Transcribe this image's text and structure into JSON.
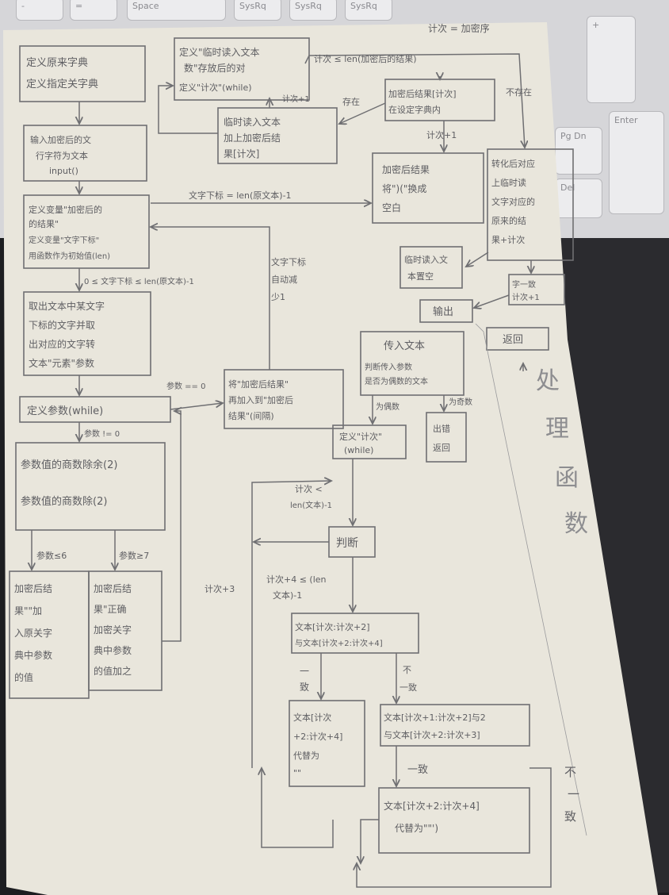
{
  "keyboard": {
    "keys": [
      "-",
      "=",
      "Space",
      "SysRq",
      "+",
      "Enter",
      "Pg Dn",
      "Del"
    ]
  },
  "diagram": {
    "corner_note": "计次 = 加密序",
    "side_note": [
      "处",
      "理",
      "函",
      "数"
    ],
    "boxes": {
      "dict": [
        "定义原来字典",
        "定义指定关字典"
      ],
      "input": [
        "输入加密后的文",
        "行字符为文本",
        "input()"
      ],
      "result_def": [
        "定义变量\"加密后的",
        "的结果\"",
        "定义变量\"文字下标\"",
        "用函数作为初始值(len)"
      ],
      "take_char": [
        "取出文本中某文字",
        "下标的文字并取",
        "出对应的文字转",
        "文本\"元素\"参数"
      ],
      "define_param": "定义参数(while)",
      "split_digits": [
        "参数值的商数除余(2)",
        "参数值的商数除(2)"
      ],
      "left_bottom": [
        "加密后结",
        "果\"\"加",
        "入原关字",
        "典中参数",
        "的值"
      ],
      "right_bottom": [
        "加密后结",
        "果\"正确",
        "加密关字",
        "典中参数",
        "的值加之"
      ],
      "temp_dict": [
        "定义\"临时读入文本",
        "数\"存放后的对",
        "定义\"计次\"(while)"
      ],
      "temp_read": [
        "临时读入文本",
        "加上加密后结",
        "果[计次]"
      ],
      "lookup": [
        "加密后结果[计次]",
        "在设定字典内"
      ],
      "replace": [
        "加密后结果",
        "将\")(\"换成",
        "空白"
      ],
      "convert": [
        "转化后对应",
        "上临时读",
        "文字对应的",
        "原来的结",
        "果+计次"
      ],
      "clear": [
        "临时读入文",
        "本置空"
      ],
      "append_result": [
        "将\"加密后结果\"",
        "再加入到\"加密后",
        "结果\"(间隔)"
      ],
      "output": "输出",
      "return": "返回",
      "param_in": "传入文本",
      "param_desc": [
        "判断传入参数",
        "是否为偶数的文本"
      ],
      "error": [
        "出错",
        "返回"
      ],
      "count_def": [
        "定义\"计次\"",
        "(while)"
      ],
      "judge": "判断",
      "compare": [
        "文本[计次:计次+2]",
        "与文本[计次+2:计次+4]"
      ],
      "replace_two": [
        "文本[计次",
        "+2:计次+4]",
        "代替为",
        "\"\""
      ],
      "compare2": [
        "文本[计次+1:计次+2]与2",
        "与文本[计次+2:计次+3]"
      ],
      "replace_one": [
        "文本[计次+2:计次+4]",
        "代替为\"\"')"
      ],
      "plus_one": [
        "字一致",
        "计次+1"
      ]
    },
    "edges": {
      "loop_cond": "计次 ≤ len(加密后的结果)",
      "exists": "存在",
      "not_exists": "不存在",
      "count_plus": "计次+1",
      "count_plus2": "计次+1",
      "index_len": "文字下标 = len(原文本)-1",
      "zero_cond": "0 ≤ 文字下标 ≤ len(原文本)-1",
      "index_dec": [
        "文字下标",
        "自动减",
        "少1"
      ],
      "param_zero": "参数 == 0",
      "param_nonzero": "参数 != 0",
      "ge6": "参数≤6",
      "ge7": "参数≥7",
      "even": "为偶数",
      "odd": "为奇数",
      "count_cond": [
        "计次 <",
        "len(文本)-1"
      ],
      "count_cond2": [
        "计次+4 ≤ (len",
        "文本)-1"
      ],
      "count_plus3": "计次+3",
      "same": [
        "一",
        "致"
      ],
      "differ": [
        "不",
        "一致"
      ],
      "same2": "一致",
      "differ2": [
        "不",
        "一",
        "致"
      ]
    },
    "colors": {
      "paper": "#e9e6dc",
      "pencil": "#6f6f72",
      "background": "#1d1e21"
    }
  }
}
